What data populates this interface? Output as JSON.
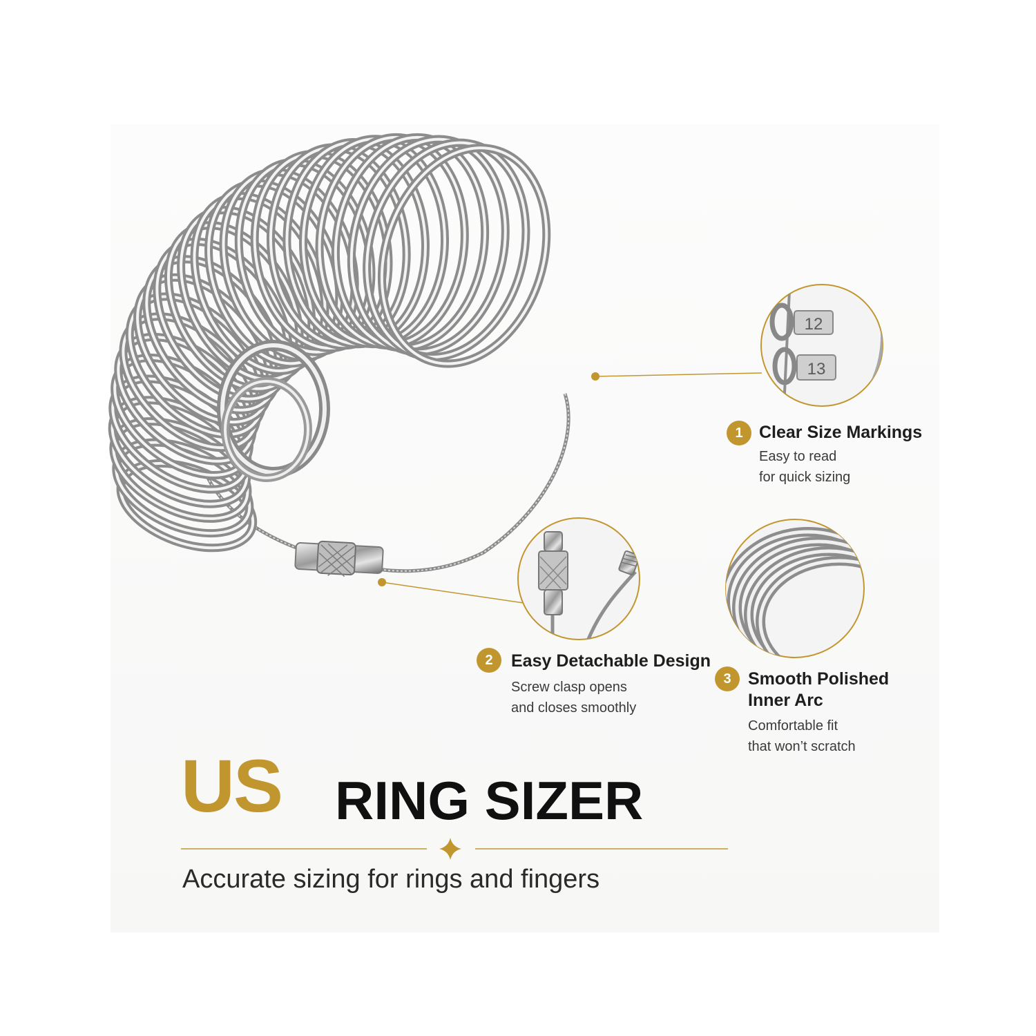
{
  "colors": {
    "gold": "#c2962f",
    "dark": "#101010",
    "text": "#3a3a3a"
  },
  "photo": {
    "tag_labels": [
      "12",
      "13"
    ]
  },
  "features": [
    {
      "number": "1",
      "title": "Clear Size Markings",
      "lines": [
        "Easy to read",
        "for quick sizing"
      ],
      "icon": "size-tag-closeup"
    },
    {
      "number": "2",
      "title": "Easy Detachable Design",
      "lines": [
        "Screw clasp opens",
        "and closes smoothly"
      ],
      "icon": "screw-clasp-closeup"
    },
    {
      "number": "3",
      "title": "Smooth Polished",
      "title2": "Inner Arc",
      "lines": [
        "Comfortable fit",
        "that won’t scratch"
      ],
      "icon": "ring-arc-closeup"
    }
  ],
  "headline": {
    "accent": "US",
    "rest": "RING SIZER"
  },
  "tagline": "Accurate sizing for rings and fingers"
}
